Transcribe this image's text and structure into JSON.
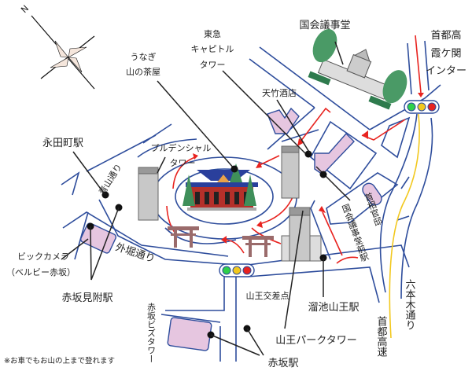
{
  "map": {
    "compass": {
      "north_label": "N"
    },
    "labels": {
      "tokyu_capitol_tower": [
        "東急",
        "キャピトル",
        "タワー"
      ],
      "unagi_yamanochaya": [
        "うなぎ",
        "山の茶屋"
      ],
      "diet_building": "国会議事堂",
      "shutoko_kasumigaseki": [
        "首都高",
        "霞ケ関",
        "インター"
      ],
      "tentake_saketen": "天竹酒店",
      "nagatacho_station": "永田町駅",
      "prudential_tower": [
        "プルデンシャル",
        "タワー"
      ],
      "aoyama_dori": "青山通り",
      "bic_camera": [
        "ビックカメラ",
        "（ベルビー赤坂）"
      ],
      "sotobori_dori": "外堀通り",
      "akasaka_mitsuke_station": "赤坂見附駅",
      "akasaka_biz_tower": "赤坂ビズタワー",
      "sanno_intersection": "山王交差点",
      "tameike_sanno_station": "溜池山王駅",
      "sanno_park_tower": "山王パークタワー",
      "akasaka_station": "赤坂駅",
      "shutoko_expressway": "首都高速",
      "roppongi_dori": "六本木通り",
      "pm_residence": "首相官邸",
      "kokkai_gijidomae_station": "国会議事堂前駅"
    },
    "note": "※お車でもお山の上まで登れます",
    "colors": {
      "road": "#2e4d9c",
      "route": "#e8231f",
      "expressway": "#f2c81e",
      "building": "#e6c6e0",
      "shrine": "#b5302a",
      "tree": "#3f8f5a"
    },
    "traffic_light_colors": [
      "#2fd04a",
      "#f2c81e",
      "#e8231f"
    ]
  }
}
